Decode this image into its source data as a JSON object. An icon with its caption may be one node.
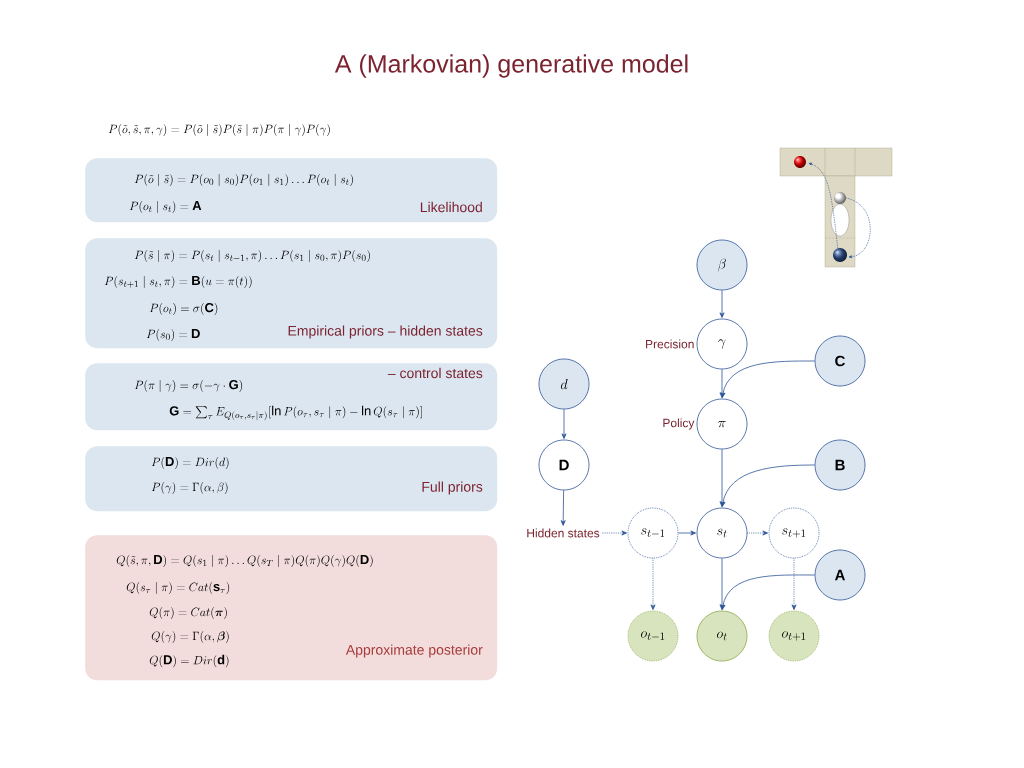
{
  "diagram": {
    "title": "A (Markovian) generative model",
    "nodes": [
      {
        "text": [
          "P(\\tilde{o}\\mid\\tilde{s})=P(o_0\\mid s_0)P(o_1\\mid s_1)\\ldots P(o_t\\mid s_t)",
          "P(o_t\\mid s_t)=\\mathbf{A}",
          "Likelihood"
        ]
      },
      {
        "text": [
          "P(\\tilde{s}\\mid\\pi)=P(s_t\\mid s_{t-1},\\pi)\\ldots P(s_1\\mid s_0,\\pi)P(s_0)",
          "P(s_{t+1}\\mid s_t,\\pi)=\\mathbf{B}(u=\\pi(t))",
          "P(o_t)=\\sigma(\\mathbf{C})",
          "P(s_0)=\\mathbf{D}",
          "Empirical priors – hidden states"
        ]
      },
      {
        "text": [
          "– control states",
          "P(\\pi\\mid\\gamma)=\\sigma(-\\gamma\\cdot\\mathbf{G})",
          "\\mathbf{G}=\\sum\\nolimits_\\tau E_{Q(o_\\tau,s_\\tau\\mid\\pi)}[\\ln P(o_\\tau,s_\\tau\\mid\\pi)-\\ln Q(s_\\tau\\mid\\pi)]"
        ]
      },
      {
        "text": [
          "P(\\mathbf{D})=Dir(d)",
          "P(\\gamma)=\\Gamma(\\alpha,\\beta)",
          "Full priors"
        ]
      },
      {
        "text": [
          "Q(\\tilde{s},\\pi,\\mathbf{D})=Q(s_1\\mid\\pi)\\ldots Q(s_T\\mid\\pi)Q(\\pi)Q(\\gamma)Q(\\mathbf{D})",
          "Q(s_\\tau\\mid\\pi)=Cat(\\mathbf{s}_\\tau)",
          "Q(\\pi)=Cat(\\boldsymbol{\\pi})",
          "Q(\\gamma)=\\Gamma(\\alpha,\\boldsymbol{\\beta})",
          "Q(\\mathbf{D})=Dir(\\mathbf{d})",
          "Approximate posterior"
        ]
      },
      {
        "text": [
          "\\beta"
        ]
      },
      {
        "text": [
          "\\gamma"
        ],
        "beside": [
          "Precision"
        ]
      },
      {
        "text": [
          "\\mathbf{C}"
        ]
      },
      {
        "text": [
          "d"
        ]
      },
      {
        "text": [
          "\\pi"
        ],
        "beside": [
          "Policy"
        ]
      },
      {
        "text": [
          "\\mathbf{D}"
        ]
      },
      {
        "text": [
          "\\mathbf{B}"
        ]
      },
      {
        "text": [
          "Hidden states"
        ]
      },
      {
        "text": [
          "s_{t-1}"
        ]
      },
      {
        "text": [
          "s_t"
        ]
      },
      {
        "text": [
          "s_{t+1}"
        ]
      },
      {
        "text": [
          "\\mathbf{A}"
        ]
      },
      {
        "text": [
          "o_{t-1}"
        ]
      },
      {
        "text": [
          "o_t"
        ]
      },
      {
        "text": [
          "o_{t+1}"
        ]
      }
    ],
    "edges": [
      {
        "from": 5,
        "to": 6,
        "arrow": "to"
      },
      {
        "from": 6,
        "to": 9,
        "arrow": "to"
      },
      {
        "from": 7,
        "to": 9,
        "arrow": "to"
      },
      {
        "from": 8,
        "to": 10,
        "arrow": "to"
      },
      {
        "from": 10,
        "to": 12,
        "arrow": "to"
      },
      {
        "from": 9,
        "to": 14,
        "arrow": "to"
      },
      {
        "from": 11,
        "to": 14,
        "arrow": "to"
      },
      {
        "from": 12,
        "to": 13,
        "arrow": "to",
        "style": "dashed"
      },
      {
        "from": 13,
        "to": 14,
        "arrow": "to"
      },
      {
        "from": 14,
        "to": 15,
        "arrow": "to",
        "style": "dashed"
      },
      {
        "from": 13,
        "to": 17,
        "arrow": "to",
        "style": "dashed"
      },
      {
        "from": 14,
        "to": 18,
        "arrow": "to"
      },
      {
        "from": 16,
        "to": 18,
        "arrow": "to"
      },
      {
        "from": 15,
        "to": 19,
        "arrow": "to",
        "style": "dashed"
      }
    ],
    "labels": [
      "P(\\tilde{o},\\tilde{s},\\pi,\\gamma)=P(\\tilde{o}\\mid\\tilde{s})P(\\tilde{s}\\mid\\pi)P(\\pi\\mid\\gamma)P(\\gamma)"
    ]
  }
}
